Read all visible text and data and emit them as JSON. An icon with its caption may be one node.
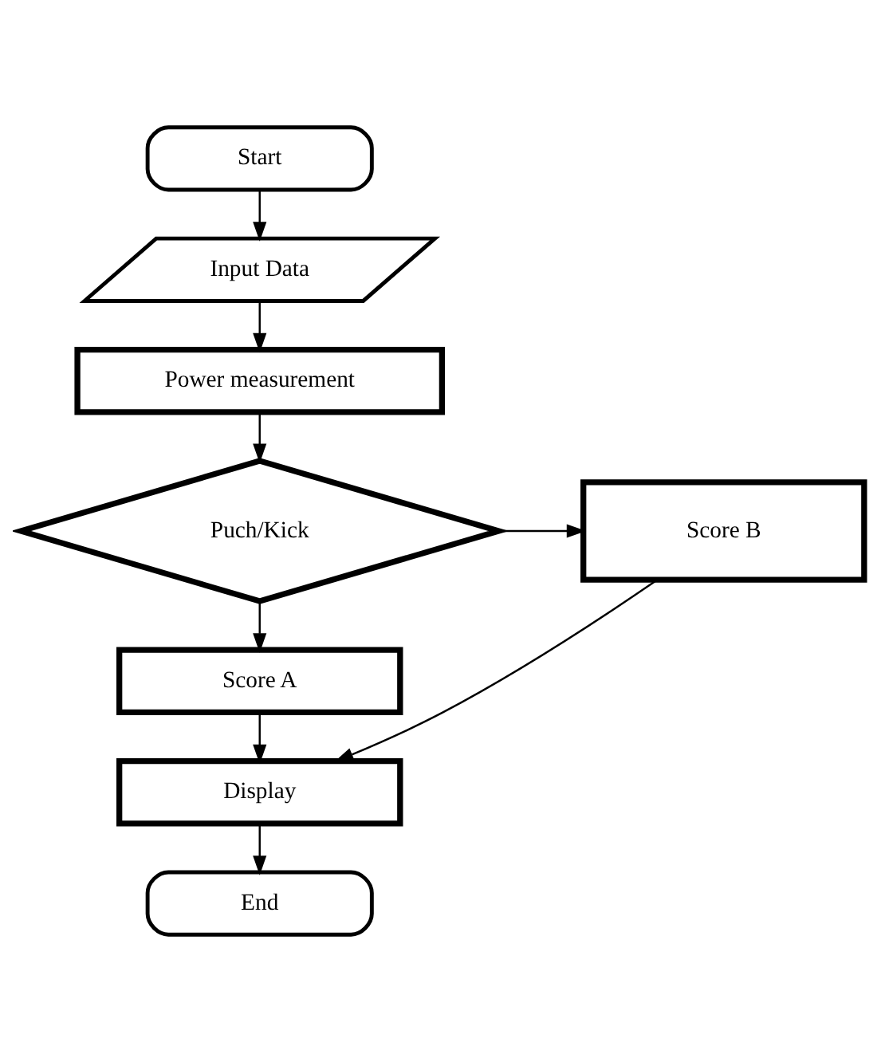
{
  "diagram": {
    "nodes": [
      {
        "text": [
          "Start"
        ]
      },
      {
        "text": [
          "Input Data"
        ]
      },
      {
        "text": [
          "Power measurement"
        ]
      },
      {
        "text": [
          "Puch/Kick"
        ]
      },
      {
        "text": [
          "Score B"
        ]
      },
      {
        "text": [
          "Score A"
        ]
      },
      {
        "text": [
          "Display"
        ]
      },
      {
        "text": [
          "End"
        ]
      }
    ],
    "edges": [
      {
        "from": 0,
        "to": 1,
        "arrow": "to"
      },
      {
        "from": 1,
        "to": 2,
        "arrow": "to"
      },
      {
        "from": 2,
        "to": 3,
        "arrow": "to"
      },
      {
        "from": 3,
        "to": 4,
        "arrow": "to"
      },
      {
        "from": 3,
        "to": 5,
        "arrow": "to"
      },
      {
        "from": 5,
        "to": 6,
        "arrow": "to"
      },
      {
        "from": 4,
        "to": 6,
        "arrow": "to"
      },
      {
        "from": 6,
        "to": 7,
        "arrow": "to"
      }
    ]
  }
}
